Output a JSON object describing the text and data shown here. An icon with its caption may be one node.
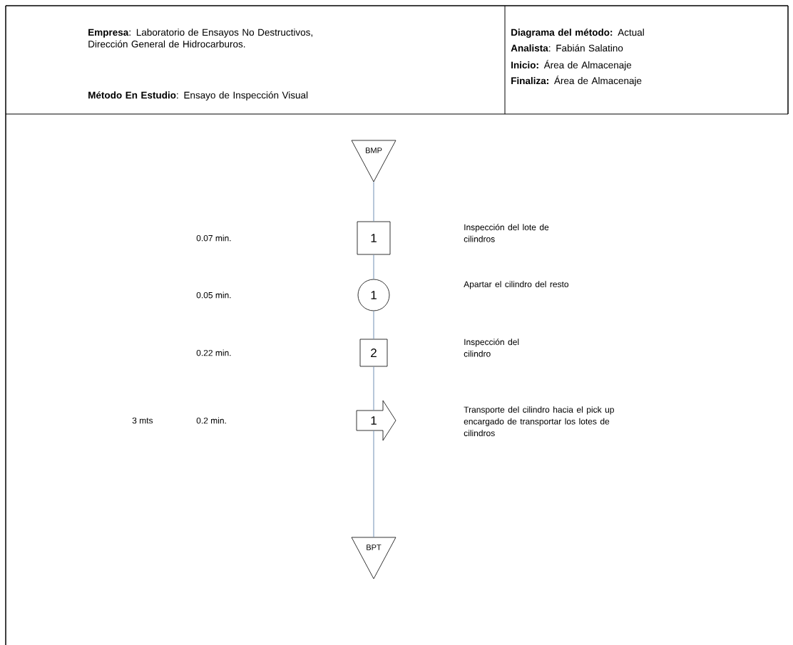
{
  "diagram": {
    "nodes": [
      {
        "text": [
          "BMP"
        ]
      },
      {
        "text": [
          "1"
        ]
      },
      {
        "text": [
          "1"
        ]
      },
      {
        "text": [
          "2"
        ]
      },
      {
        "text": [
          "1"
        ]
      },
      {
        "text": [
          "BPT"
        ]
      }
    ],
    "edges": [
      {
        "from": 0,
        "to": 1,
        "arrow": "none",
        "color": "#6f8fb3"
      },
      {
        "from": 1,
        "to": 2,
        "arrow": "none",
        "color": "#6f8fb3"
      },
      {
        "from": 2,
        "to": 3,
        "arrow": "none",
        "color": "#6f8fb3"
      },
      {
        "from": 3,
        "to": 4,
        "arrow": "none",
        "color": "#6f8fb3"
      },
      {
        "from": 4,
        "to": 5,
        "arrow": "none",
        "color": "#6f8fb3"
      }
    ],
    "labels": [
      "**Empresa**: Laboratorio de Ensayos No Destructivos, Dirección General de Hidrocarburos.",
      "**Método En Estudio**: Ensayo de Inspección Visual",
      "**Diagrama del método:** Actual",
      "**Analista**: Fabián Salatino",
      "**Inicio:** Área de Almacenaje",
      "**Finaliza:** Área de Almacenaje",
      "0.07 min.",
      "Inspección del lote de cilindros",
      "0.05 min.",
      "Apartar el cilindro del resto",
      "0.22 min.",
      "Inspección del cilindro",
      "3 mts",
      "0.2 min.",
      "Transporte del cilindro hacia el pick up encargado de transportar los lotes de cilindros"
    ]
  }
}
